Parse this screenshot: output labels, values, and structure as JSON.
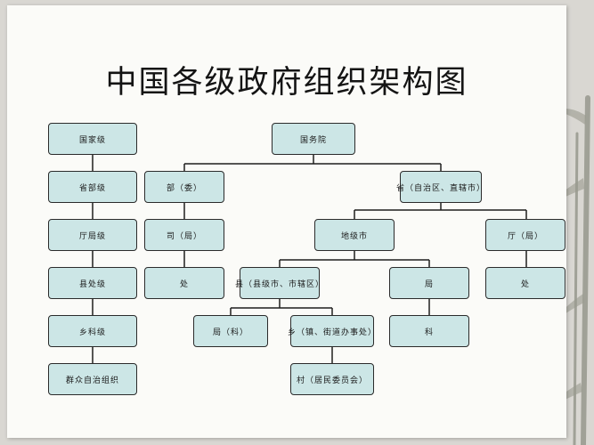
{
  "title": "中国各级政府组织架构图",
  "levels": [
    "国家级",
    "省部级",
    "厅局级",
    "县处级",
    "乡科级",
    "群众自治组织"
  ],
  "nodes": {
    "guowuyuan": "国务院",
    "bu_wei": "部（委）",
    "sheng": "省（自治区、直辖市）",
    "si_ju": "司（局）",
    "dijishi": "地级市",
    "ting_ju": "厅（局）",
    "chu_1": "处",
    "xian": "县（县级市、市辖区）",
    "ju_city": "局",
    "chu_2": "处",
    "ju_ke": "局（科）",
    "xiang": "乡（镇、街道办事处）",
    "ke": "科",
    "cun": "村（居民委员会）"
  }
}
